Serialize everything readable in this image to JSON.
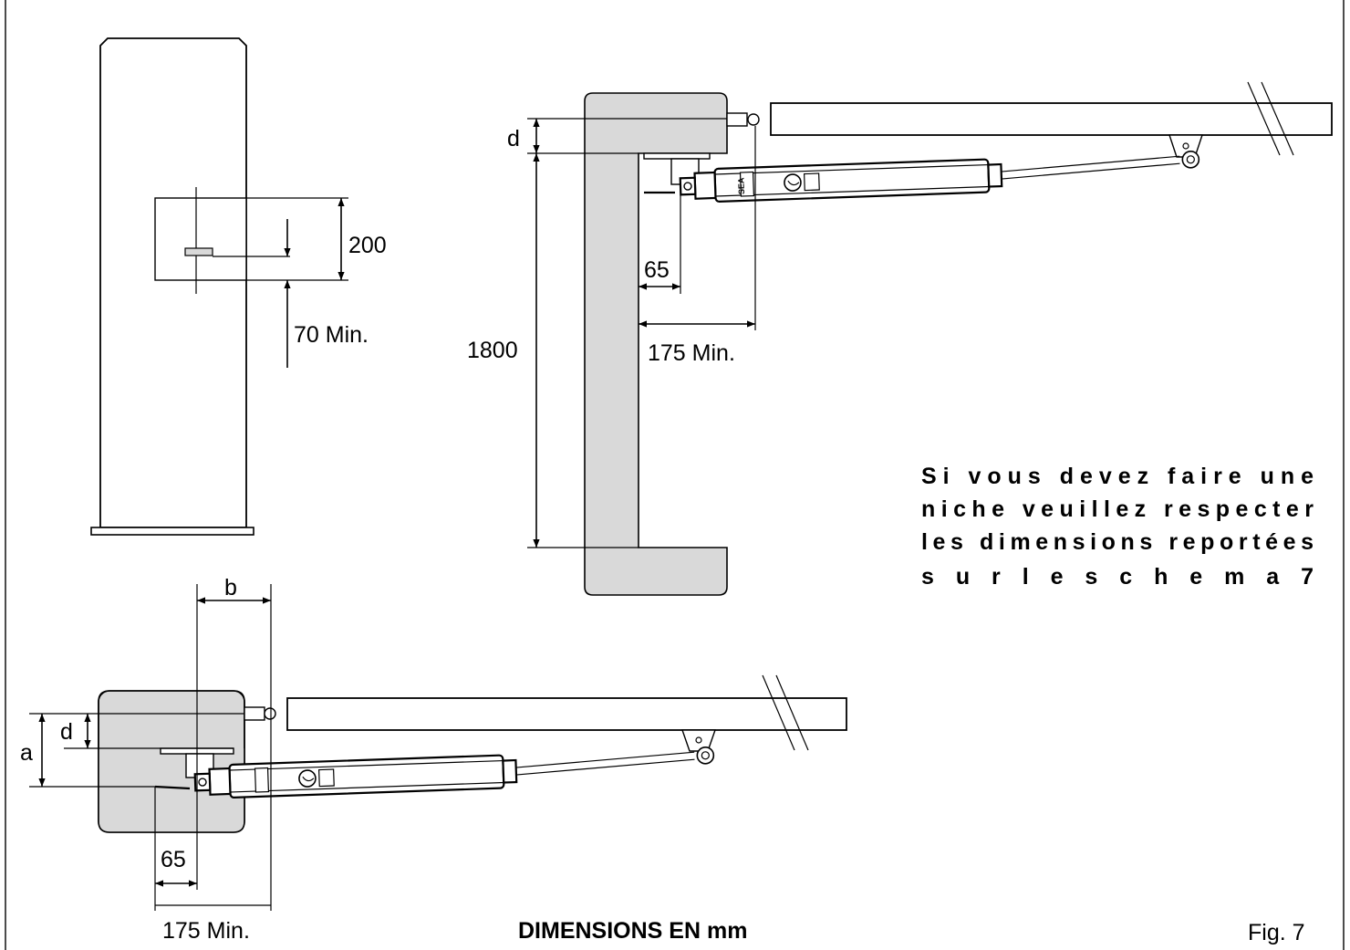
{
  "figure_label": "Fig. 7",
  "footer_title": "DIMENSIONS EN mm",
  "note_lines": [
    "Si vous devez faire une",
    "niche veuillez respecter",
    "les dimensions reportées",
    "s u r   l e   s c h e m a   7"
  ],
  "front_view": {
    "height_label": "200",
    "min_label": "70 Min."
  },
  "niche_view": {
    "d_label": "d",
    "height_label": "1800",
    "offset_label": "65",
    "depth_label": "175 Min."
  },
  "pillar_view": {
    "b_label": "b",
    "d_label": "d",
    "a_label": "a",
    "offset_label": "65",
    "depth_label": "175 Min."
  },
  "motor_brand": "SEA"
}
